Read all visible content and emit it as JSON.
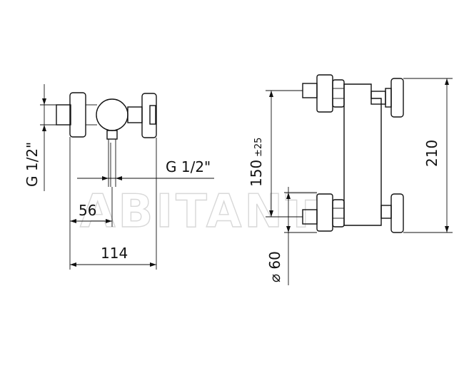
{
  "left_view": {
    "inlet_thread_label": "G 1/2\"",
    "outlet_thread_label": "G 1/2\"",
    "depth_outlet": "56",
    "depth_total": "114"
  },
  "right_view": {
    "centers_value": "150",
    "centers_tolerance": "±25",
    "height_total": "210",
    "rosette_diameter": "⌀ 60"
  },
  "watermark": "ABITANT"
}
